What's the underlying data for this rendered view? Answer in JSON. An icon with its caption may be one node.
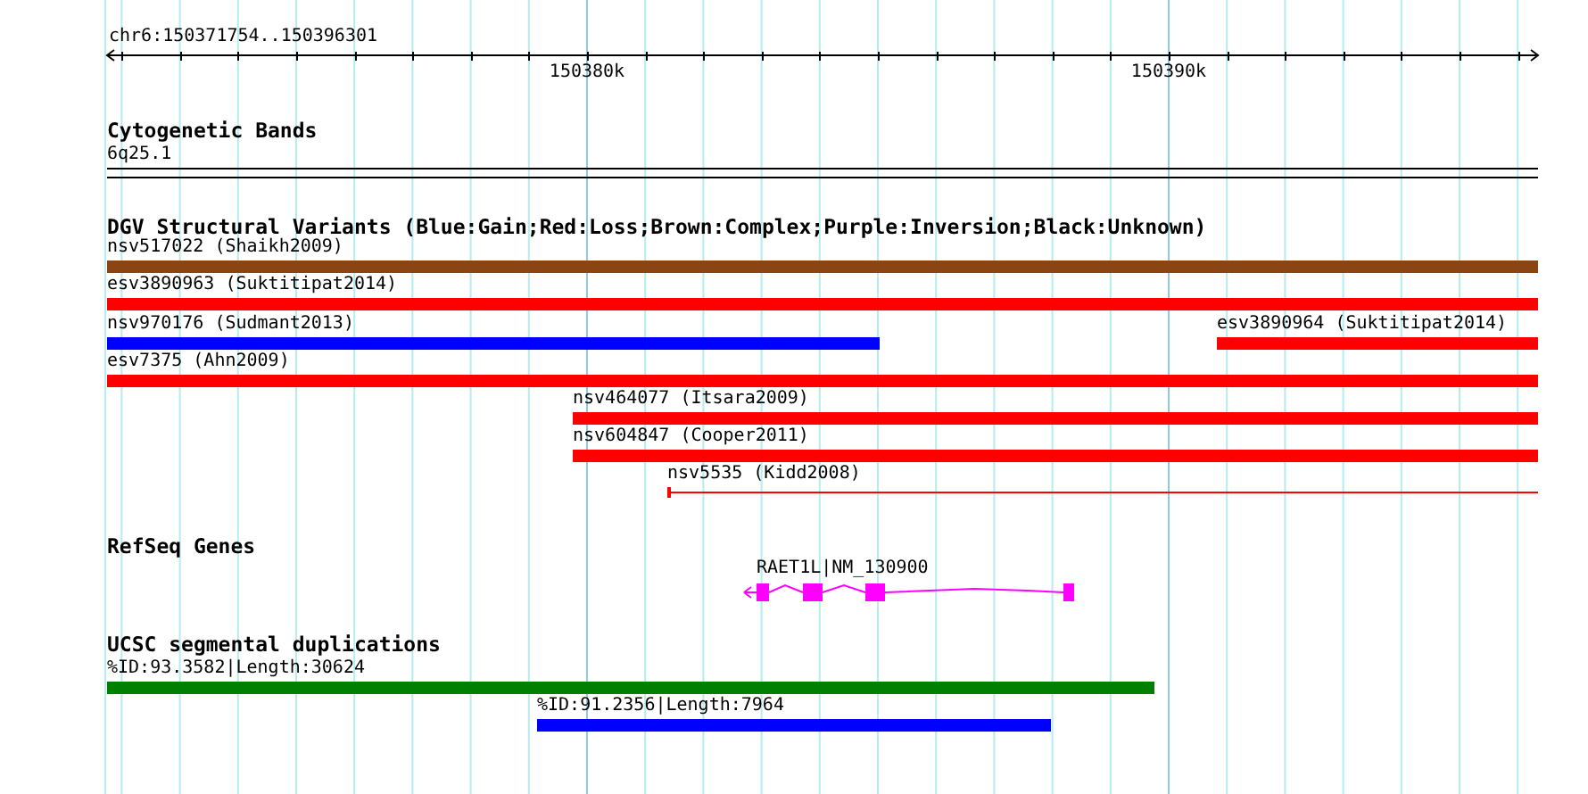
{
  "diagram": {
    "nodes": [
      {
        "text": [
          "6q25.1"
        ]
      },
      {
        "text": [
          "nsv517022 (Shaikh2009)"
        ]
      },
      {
        "text": [
          "esv3890963 (Suktitipat2014)"
        ]
      },
      {
        "text": [
          "nsv970176 (Sudmant2013)"
        ]
      },
      {
        "text": [
          "esv3890964 (Suktitipat2014)"
        ]
      },
      {
        "text": [
          "esv7375 (Ahn2009)"
        ]
      },
      {
        "text": [
          "nsv464077 (Itsara2009)"
        ]
      },
      {
        "text": [
          "nsv604847 (Cooper2011)"
        ]
      },
      {
        "text": [
          "nsv5535 (Kidd2008)"
        ]
      },
      {
        "text": [
          "RAET1L|NM_130900"
        ]
      },
      {
        "text": [
          "%ID:93.3582|Length:30624"
        ]
      },
      {
        "text": [
          "%ID:91.2356|Length:7964"
        ]
      }
    ],
    "labels": [
      "chr6:150371754..150396301",
      "150380k",
      "150390k",
      "Cytogenetic Bands",
      "DGV Structural Variants (Blue:Gain;Red:Loss;Brown:Complex;Purple:Inversion;Black:Unknown)",
      "RefSeq Genes",
      "UCSC segmental duplications"
    ]
  }
}
